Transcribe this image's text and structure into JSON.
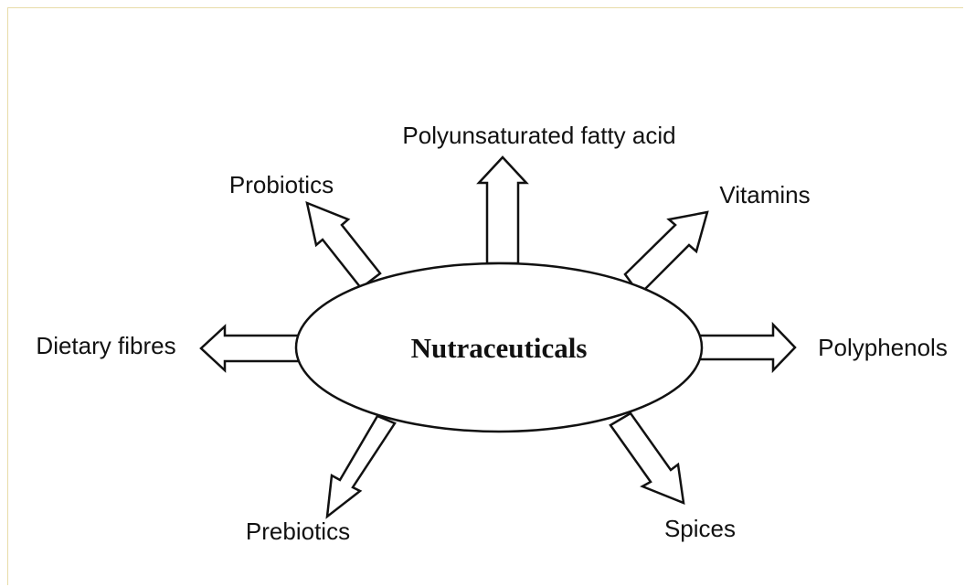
{
  "center": {
    "label": "Nutraceuticals"
  },
  "branches": [
    {
      "id": "pufa",
      "label": "Polyunsaturated fatty acid"
    },
    {
      "id": "probiotics",
      "label": "Probiotics"
    },
    {
      "id": "vitamins",
      "label": "Vitamins"
    },
    {
      "id": "dietary-fibres",
      "label": "Dietary fibres"
    },
    {
      "id": "polyphenols",
      "label": "Polyphenols"
    },
    {
      "id": "prebiotics",
      "label": "Prebiotics"
    },
    {
      "id": "spices",
      "label": "Spices"
    }
  ]
}
